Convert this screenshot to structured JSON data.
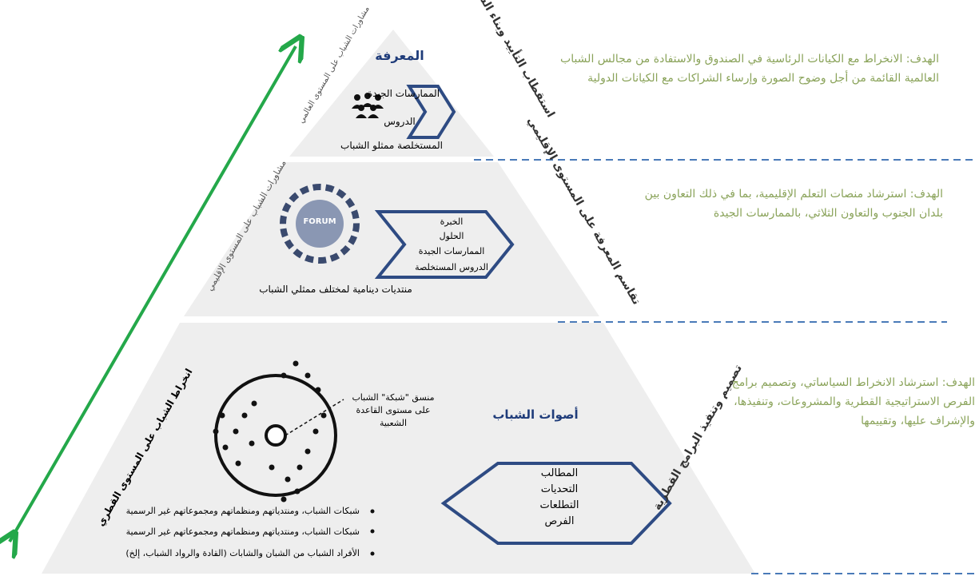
{
  "colors": {
    "goal_text": "#8aa35a",
    "arrow_green": "#24a84a",
    "chevron": "#2e4b83",
    "tier": "#eeeeee",
    "dash": "#4a7ab8",
    "top_title": "#1f3c7a"
  },
  "top": {
    "title": "المعرفة",
    "label_1": "الممارسات الجيدة",
    "label_2": "الدروس",
    "label_3": "المستخلصة",
    "label_4": "ممثلو الشباب",
    "side_label": "استقطاب التأييد وبناء الشراكات",
    "goal": "الهدف: الانخراط مع الكيانات الرئاسية في الصندوق والاستفادة من مجالس الشباب العالمية القائمة من أجل وضوح الصورة وإرساء الشراكات مع الكيانات الدولية",
    "left_label": "مشاورات الشباب على المستوى العالمي"
  },
  "middle": {
    "forum_text": "FORUM",
    "items": [
      "الخبرة",
      "الحلول",
      "الممارسات الجيدة",
      "الدروس المستخلصة"
    ],
    "caption": "منتديات دينامية لمختلف ممثلي الشباب",
    "side_label": "تقاسم المعرفة على المستوى الإقليمي",
    "goal": "الهدف: استرشاد منصات التعلم الإقليمية، بما في ذلك التعاون بين بلدان الجنوب والتعاون الثلاثي، بالممارسات الجيدة",
    "left_label": "مشاورات الشباب على المستوى الإقليمي"
  },
  "bottom": {
    "title": "أصوات الشباب",
    "items": [
      "المطالب",
      "التحديات",
      "التطلعات",
      "الفرص"
    ],
    "network_label": "منسق \"شبكة\" الشباب على مستوى القاعدة الشعبية",
    "bullets": [
      "شبكات الشباب، ومنتدياتهم ومنظماتهم ومجموعاتهم غير الرسمية",
      "شبكات الشباب، ومنتدياتهم ومنظماتهم ومجموعاتهم غير الرسمية",
      "الأفراد الشباب من الشبان والشابات (القادة والرواد الشباب، إلخ)"
    ],
    "side_label": "تصميم وتنفيذ البرامج القطرية",
    "goal": "الهدف: استرشاد الانخراط السياساتي، وتصميم برامج الفرص الاستراتيجية القطرية والمشروعات، وتنفيذها، والإشراف عليها، وتقييمها",
    "left_label": "انخراط الشباب على المستوى القطري"
  }
}
